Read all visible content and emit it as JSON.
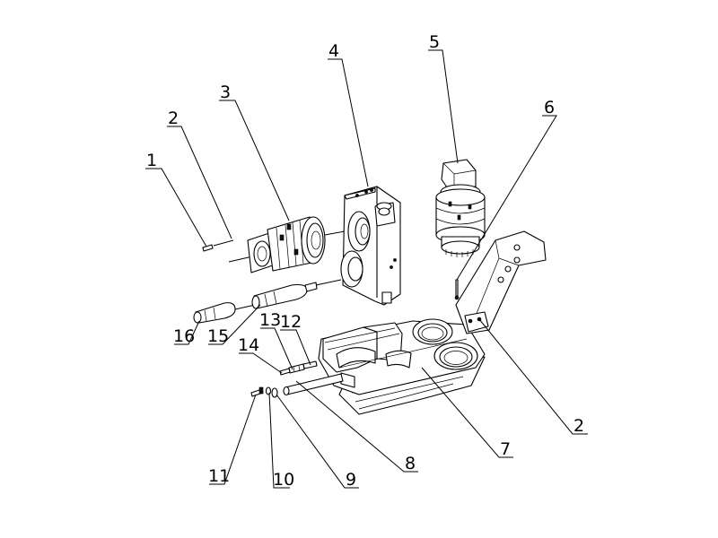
{
  "callouts": [
    {
      "id": "c1",
      "text": "1"
    },
    {
      "id": "c2a",
      "text": "2"
    },
    {
      "id": "c3",
      "text": "3"
    },
    {
      "id": "c4",
      "text": "4"
    },
    {
      "id": "c5",
      "text": "5"
    },
    {
      "id": "c6",
      "text": "6"
    },
    {
      "id": "c2b",
      "text": "2"
    },
    {
      "id": "c7",
      "text": "7"
    },
    {
      "id": "c8",
      "text": "8"
    },
    {
      "id": "c9",
      "text": "9"
    },
    {
      "id": "c10",
      "text": "10"
    },
    {
      "id": "c11",
      "text": "11"
    },
    {
      "id": "c12",
      "text": "12"
    },
    {
      "id": "c13",
      "text": "13"
    },
    {
      "id": "c14",
      "text": "14"
    },
    {
      "id": "c15",
      "text": "15"
    },
    {
      "id": "c16",
      "text": "16"
    }
  ]
}
